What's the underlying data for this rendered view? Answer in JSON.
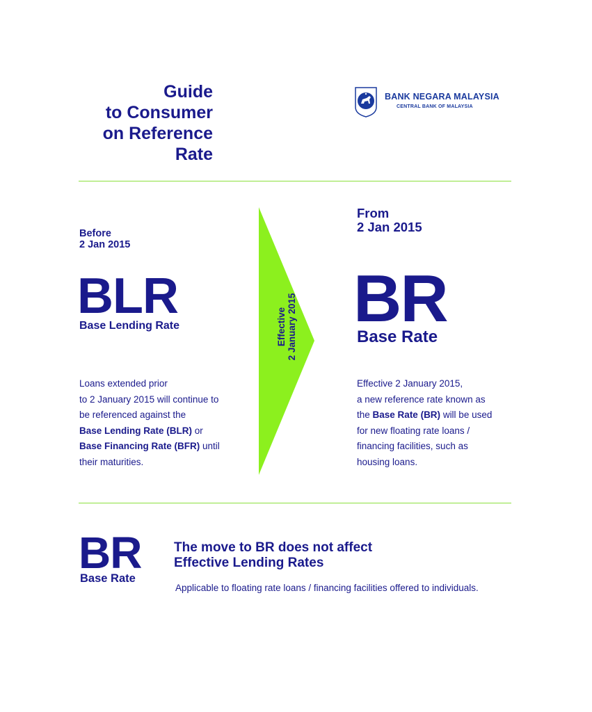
{
  "title": {
    "lines": [
      "Guide",
      "to Consumer",
      "on Reference",
      "Rate"
    ]
  },
  "logo": {
    "name": "BANK NEGARA MALAYSIA",
    "subtitle": "CENTRAL BANK OF MALAYSIA",
    "colors": {
      "primary": "#1a3a9e"
    }
  },
  "left": {
    "label_line1": "Before",
    "label_line2": "2 Jan 2015",
    "acronym": "BLR",
    "full_name": "Base Lending Rate",
    "body": {
      "line1": "Loans extended prior",
      "line2": "to 2 January 2015 will continue to",
      "line3": "be referenced against the",
      "line4_bold": "Base Lending Rate (BLR)",
      "line4_rest": " or",
      "line5_bold": "Base Financing Rate (BFR)",
      "line5_rest": " until",
      "line6": "their maturities."
    }
  },
  "arrow": {
    "line1": "Effective",
    "line2": "2 January 2015",
    "color": "#8cf01e"
  },
  "right": {
    "label_line1": "From",
    "label_line2": "2 Jan 2015",
    "acronym": "BR",
    "full_name": "Base Rate",
    "body": {
      "line1": "Effective 2 January 2015,",
      "line2": "a new reference rate known as",
      "line3_pre": "the ",
      "line3_bold": "Base Rate (BR)",
      "line3_rest": " will be used",
      "line4": "for new floating rate loans /",
      "line5": "financing facilities, such as",
      "line6": "housing loans."
    }
  },
  "bottom": {
    "acronym": "BR",
    "full_name": "Base Rate",
    "heading_line1": "The move to BR does not affect",
    "heading_line2": "Effective Lending Rates",
    "note": "Applicable to floating rate loans / financing facilities offered to individuals."
  },
  "colors": {
    "text": "#1a1a8c",
    "divider": "#8be03c",
    "background": "#ffffff"
  }
}
